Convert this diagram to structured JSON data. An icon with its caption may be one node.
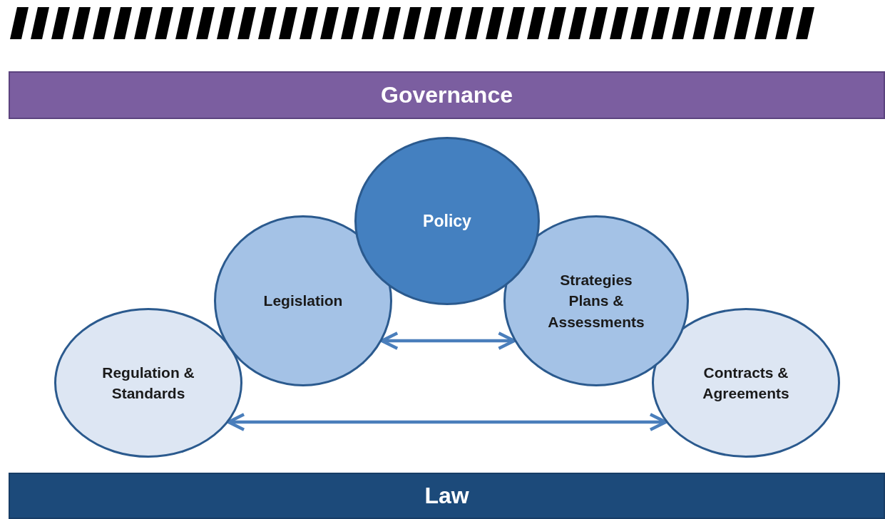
{
  "diagram": {
    "nodes": [
      {
        "text": [
          "Governance"
        ]
      },
      {
        "text": [
          "Policy"
        ]
      },
      {
        "text": [
          "Legislation"
        ]
      },
      {
        "text": [
          "Strategies Plans & Assessments"
        ]
      },
      {
        "text": [
          "Regulation & Standards"
        ]
      },
      {
        "text": [
          "Contracts & Agreements"
        ]
      },
      {
        "text": [
          "Law"
        ]
      }
    ],
    "edges": [
      {
        "from": 2,
        "to": 3,
        "arrow": "both"
      },
      {
        "from": 4,
        "to": 5,
        "arrow": "both"
      }
    ]
  }
}
